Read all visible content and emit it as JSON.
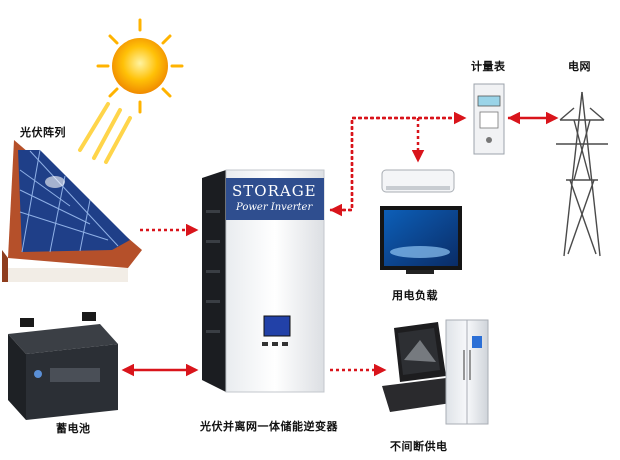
{
  "labels": {
    "pv_array": "光伏阵列",
    "meter": "计量表",
    "grid": "电网",
    "loads": "用电负载",
    "battery": "蓄电池",
    "inverter": "光伏并离网一体储能逆变器",
    "ups": "不间断供电"
  },
  "device": {
    "brand": "STORAGE",
    "model": "Power Inverter"
  },
  "colors": {
    "arrow": "#d9141b",
    "sun": "#ffb300",
    "panel": "#1f3f88",
    "roof": "#b5502a"
  },
  "icons": [
    "sun-icon",
    "solar-panel-icon",
    "battery-icon",
    "inverter-icon",
    "meter-icon",
    "power-tower-icon",
    "air-conditioner-icon",
    "tv-icon",
    "laptop-icon",
    "refrigerator-icon"
  ]
}
